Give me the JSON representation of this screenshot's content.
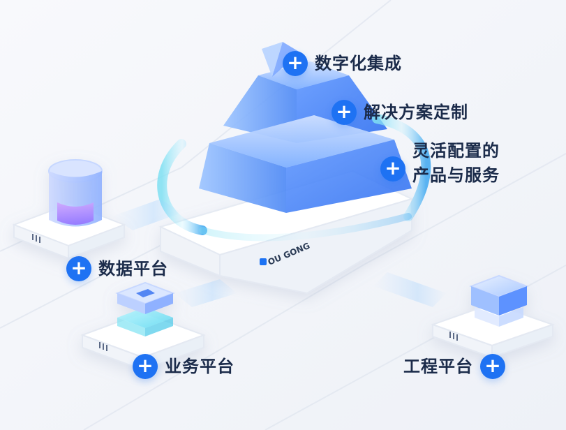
{
  "diagram": {
    "brand": "OU GONG",
    "labels": {
      "digital_integration": "数字化集成",
      "solution_customization": "解决方案定制",
      "flexible_line1": "灵活配置的",
      "flexible_line2": "产品与服务",
      "data_platform": "数据平台",
      "business_platform": "业务平台",
      "engineering_platform": "工程平台"
    },
    "plus_symbol": "+",
    "colors": {
      "accent_blue": "#1e72f3",
      "text_dark": "#1b2b4a",
      "background": "#f3f5f9"
    }
  }
}
